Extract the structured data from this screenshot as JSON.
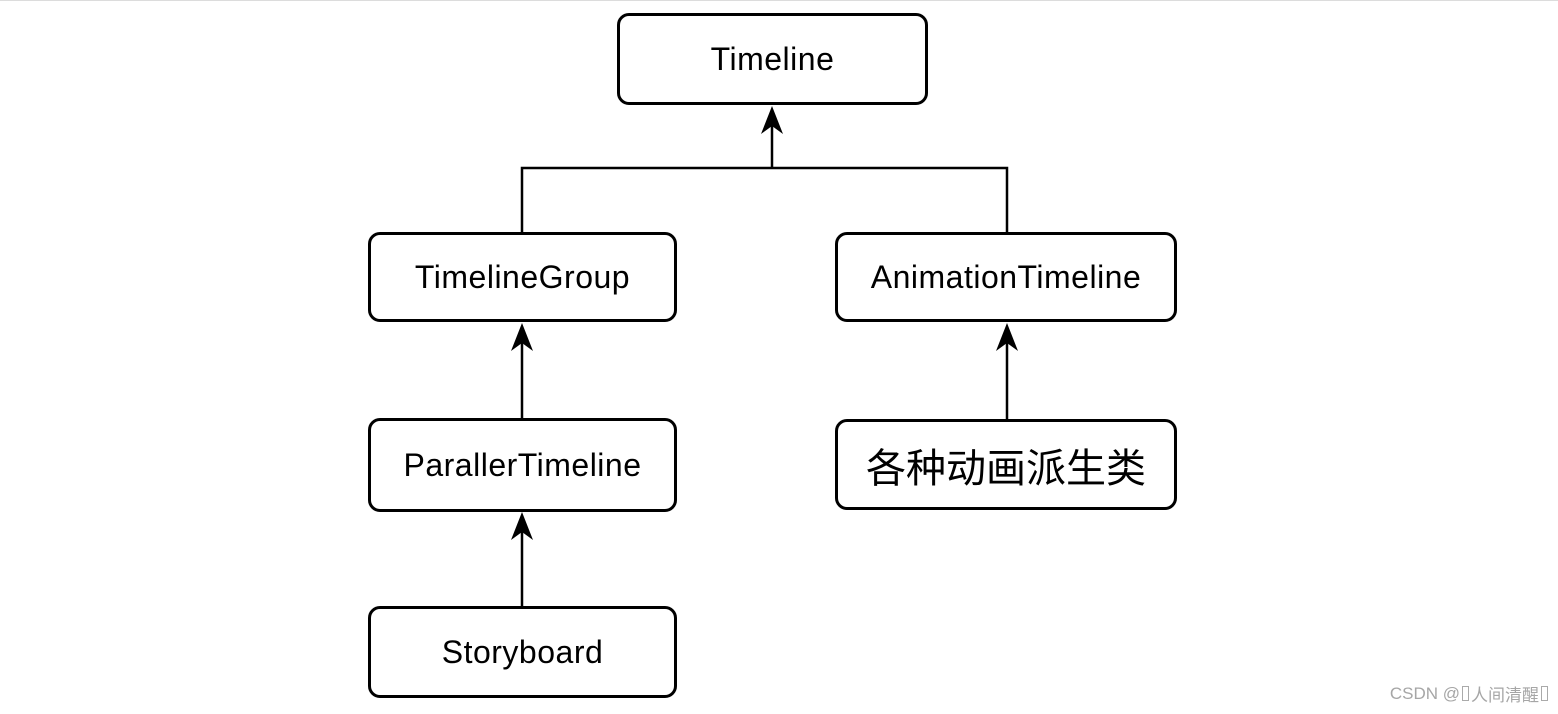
{
  "diagram": {
    "nodes": [
      {
        "id": "timeline",
        "label": "Timeline"
      },
      {
        "id": "timeline_group",
        "label": "TimelineGroup"
      },
      {
        "id": "animation_timeline",
        "label": "AnimationTimeline"
      },
      {
        "id": "paraller_timeline",
        "label": "ParallerTimeline"
      },
      {
        "id": "animation_derived",
        "label": "各种动画派生类"
      },
      {
        "id": "storyboard",
        "label": "Storyboard"
      }
    ],
    "edges": [
      {
        "from": "TimelineGroup",
        "to": "Timeline"
      },
      {
        "from": "AnimationTimeline",
        "to": "Timeline"
      },
      {
        "from": "ParallerTimeline",
        "to": "TimelineGroup"
      },
      {
        "from": "各种动画派生类",
        "to": "AnimationTimeline"
      },
      {
        "from": "Storyboard",
        "to": "ParallerTimeline"
      }
    ],
    "arrow_style": "filled-triangle-pointing-up"
  },
  "watermark": {
    "prefix": "CSDN @",
    "name": "人间清醒"
  },
  "colors": {
    "background": "#ffffff",
    "box_border": "#000000",
    "box_fill": "#ffffff",
    "text": "#000000",
    "line": "#000000",
    "watermark_text": "#a6a6a6"
  }
}
